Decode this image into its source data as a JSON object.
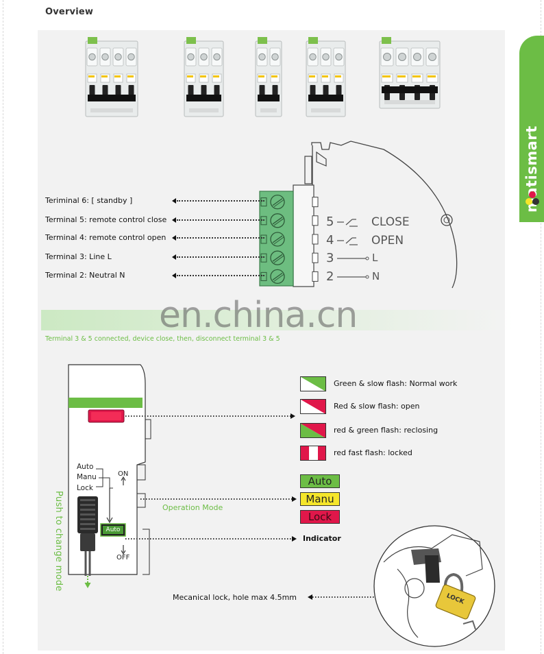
{
  "heading": "Overview",
  "brand": {
    "name": "matismart",
    "color": "#6cbd45"
  },
  "products": [
    {
      "poles": 4
    },
    {
      "poles": 3
    },
    {
      "poles": 2
    },
    {
      "poles": 3
    },
    {
      "poles": 4
    }
  ],
  "terminals": [
    {
      "label": "Teriminal 6: [ standby ]"
    },
    {
      "label": "Terminal 5: remote control close"
    },
    {
      "label": "Terminal 4: remote control open"
    },
    {
      "label": "Terminal 3: Line L"
    },
    {
      "label": "Terminal 2: Neutral N"
    }
  ],
  "schematic": {
    "rows": [
      {
        "num": "5",
        "name": "CLOSE"
      },
      {
        "num": "4",
        "name": "OPEN"
      },
      {
        "num": "3",
        "name": "L"
      },
      {
        "num": "2",
        "name": "N"
      }
    ]
  },
  "watermark": "en.china.cn",
  "note": "Terminal 3 & 5 connected, device close, then, disconnect terminal 3 & 5",
  "legend": [
    {
      "text": "Green & slow flash: Normal work",
      "colors": [
        "#ffffff",
        "#6cbd45"
      ]
    },
    {
      "text": "Red & slow flash: open",
      "colors": [
        "#ffffff",
        "#e0174a"
      ]
    },
    {
      "text": "red & green flash: reclosing",
      "colors": [
        "#6cbd45",
        "#e0174a"
      ]
    },
    {
      "text": "red fast flash: locked",
      "colors": [
        "#e0174a",
        "#ffffff"
      ]
    }
  ],
  "modes": [
    {
      "label": "Auto",
      "color": "#6cbd45"
    },
    {
      "label": "Manu",
      "color": "#f5e62a"
    },
    {
      "label": "Lock",
      "color": "#e0174a"
    }
  ],
  "device": {
    "switch_labels": [
      "Auto",
      "Manu",
      "Lock"
    ],
    "on_label": "ON",
    "off_label": "OFF",
    "window_label": "Auto"
  },
  "push_text": "Push to change mode",
  "operation_mode": "Operation Mode",
  "indicator": "Indicator",
  "lock_text": "Mecanical lock, hole max 4.5mm",
  "padlock_text": "LOCK"
}
